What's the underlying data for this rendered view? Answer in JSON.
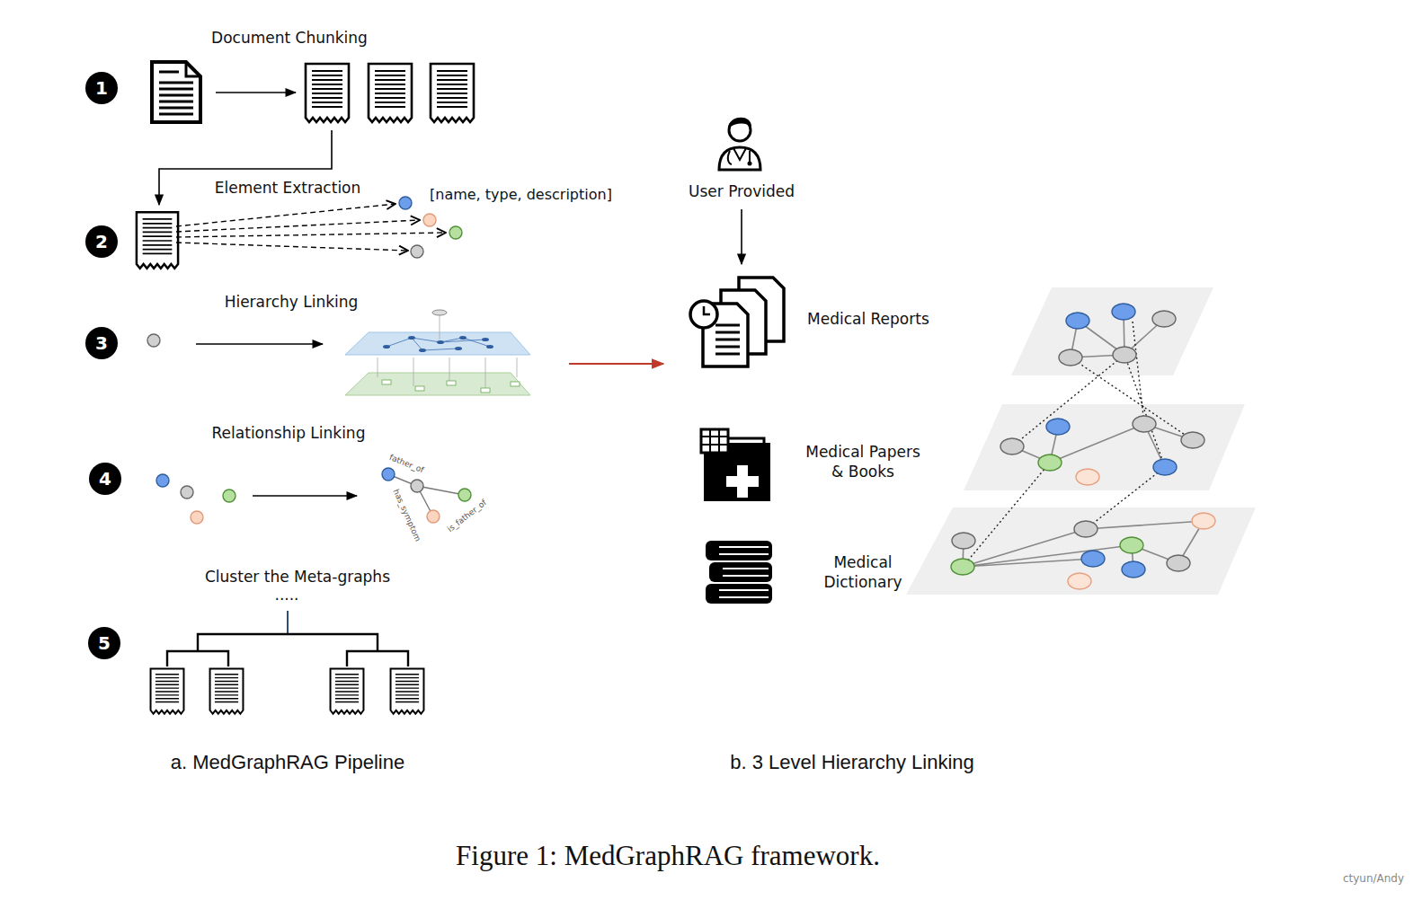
{
  "diagram": {
    "caption": "Figure 1: MedGraphRAG framework.",
    "nodes": [
      {
        "text": [
          "User Provided"
        ]
      },
      {
        "text": [
          "Medical Reports"
        ]
      },
      {
        "text": [
          "Medical Papers & Books"
        ]
      },
      {
        "text": [
          "Medical Dictionary"
        ]
      }
    ],
    "edges": [
      {
        "from": 0,
        "to": 1,
        "arrow": "to"
      }
    ],
    "labels": [
      "Document Chunking",
      "1",
      "Element Extraction",
      "[name, type, description]",
      "2",
      "Hierarchy Linking",
      "3",
      "Relationship Linking",
      "4",
      "father_of",
      "has_symptom",
      "is_father_of",
      "Cluster the Meta-graphs",
      ".....",
      "5",
      "a. MedGraphRAG Pipeline",
      "b. 3 Level Hierarchy Linking",
      "ctyun/Andy"
    ]
  }
}
